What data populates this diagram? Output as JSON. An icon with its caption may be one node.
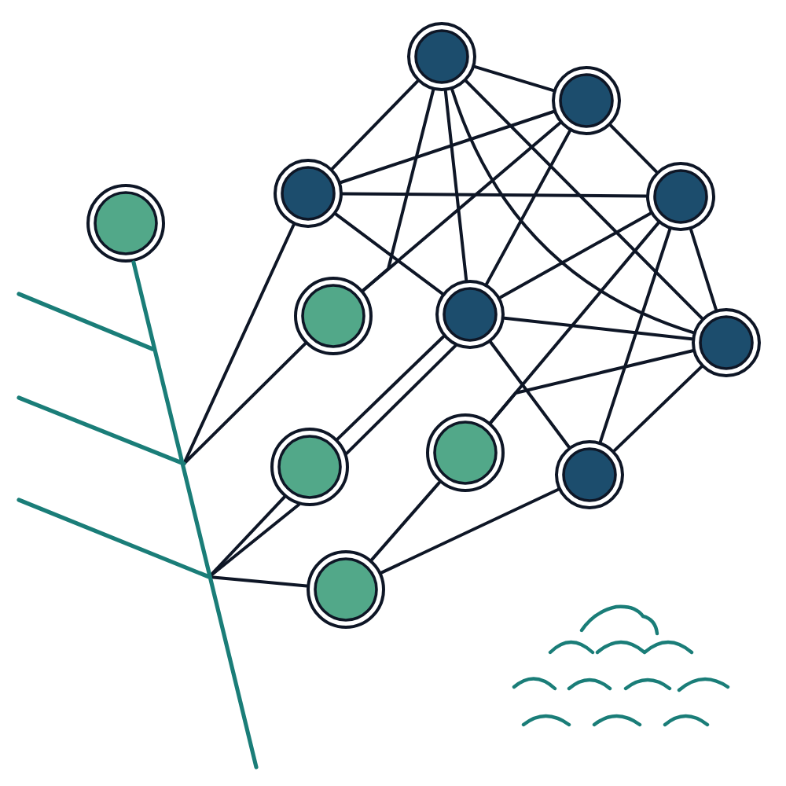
{
  "diagram": {
    "nodes": [
      {
        "text": [],
        "shape": "circle"
      },
      {
        "text": [],
        "shape": "circle"
      },
      {
        "text": [],
        "shape": "circle"
      },
      {
        "text": [],
        "shape": "circle"
      },
      {
        "text": [],
        "shape": "circle"
      },
      {
        "text": [],
        "shape": "branch"
      },
      {
        "text": [],
        "shape": "circle"
      },
      {
        "text": [],
        "shape": "circle"
      },
      {
        "text": [],
        "shape": "circle"
      },
      {
        "text": [],
        "shape": "circle"
      },
      {
        "text": [],
        "shape": "circle"
      },
      {
        "text": [],
        "shape": "circle"
      },
      {
        "text": [],
        "shape": "circle"
      }
    ],
    "edges": [
      {
        "from": 0,
        "to": 1,
        "arrow": "none"
      },
      {
        "from": 0,
        "to": 2,
        "arrow": "none"
      },
      {
        "from": 0,
        "to": 7,
        "arrow": "none"
      },
      {
        "from": 0,
        "to": 8,
        "arrow": "none"
      },
      {
        "from": 0,
        "to": 8,
        "arrow": "none"
      },
      {
        "from": 0,
        "to": 6,
        "arrow": "none"
      },
      {
        "from": 2,
        "to": 1,
        "arrow": "none"
      },
      {
        "from": 2,
        "to": 3,
        "arrow": "none"
      },
      {
        "from": 2,
        "to": 7,
        "arrow": "none"
      },
      {
        "from": 2,
        "to": 5,
        "arrow": "none"
      },
      {
        "from": 6,
        "to": 1,
        "arrow": "none"
      },
      {
        "from": 6,
        "to": 5,
        "arrow": "none"
      },
      {
        "from": 1,
        "to": 3,
        "arrow": "none"
      },
      {
        "from": 1,
        "to": 7,
        "arrow": "none"
      },
      {
        "from": 3,
        "to": 7,
        "arrow": "none"
      },
      {
        "from": 3,
        "to": 8,
        "arrow": "none"
      },
      {
        "from": 3,
        "to": 9,
        "arrow": "none"
      },
      {
        "from": 3,
        "to": 11,
        "arrow": "none"
      },
      {
        "from": 7,
        "to": 8,
        "arrow": "none"
      },
      {
        "from": 7,
        "to": 11,
        "arrow": "none"
      },
      {
        "from": 7,
        "to": 10,
        "arrow": "none"
      },
      {
        "from": 7,
        "to": 10,
        "arrow": "none"
      },
      {
        "from": 8,
        "to": 11,
        "arrow": "none"
      },
      {
        "from": 8,
        "to": 9,
        "arrow": "none"
      },
      {
        "from": 10,
        "to": 5,
        "arrow": "none"
      },
      {
        "from": 10,
        "to": 5,
        "arrow": "none"
      },
      {
        "from": 12,
        "to": 5,
        "arrow": "none"
      },
      {
        "from": 12,
        "to": 9,
        "arrow": "none"
      },
      {
        "from": 12,
        "to": 11,
        "arrow": "none"
      }
    ]
  }
}
